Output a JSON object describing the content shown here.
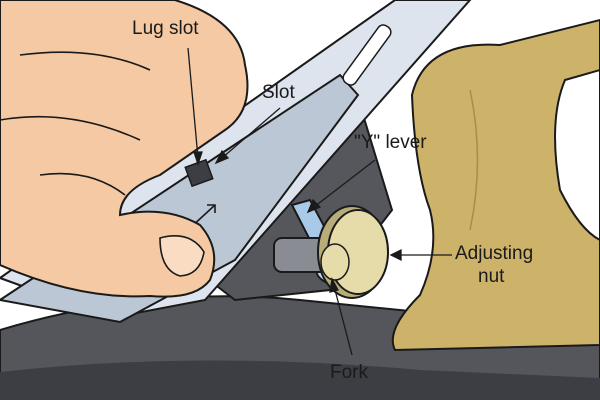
{
  "labels": {
    "lug_slot": "Lug slot",
    "slot": "Slot",
    "y_lever": "\"Y\" lever",
    "adjusting_nut_line1": "Adjusting",
    "adjusting_nut_line2": "nut",
    "fork": "Fork"
  },
  "colors": {
    "skin": "#f4c9a3",
    "skin_shadow": "#e0a97f",
    "steel": "#bcc7d6",
    "steel_light": "#dde4ee",
    "plane_body": "#55565c",
    "plane_dark": "#3d3e44",
    "wood": "#cdb26a",
    "wood_dark": "#a98c45",
    "brass": "#e6dcaa",
    "brass_dark": "#b8ad78",
    "lever": "#a9c9e8",
    "outline": "#1a1a1a"
  }
}
